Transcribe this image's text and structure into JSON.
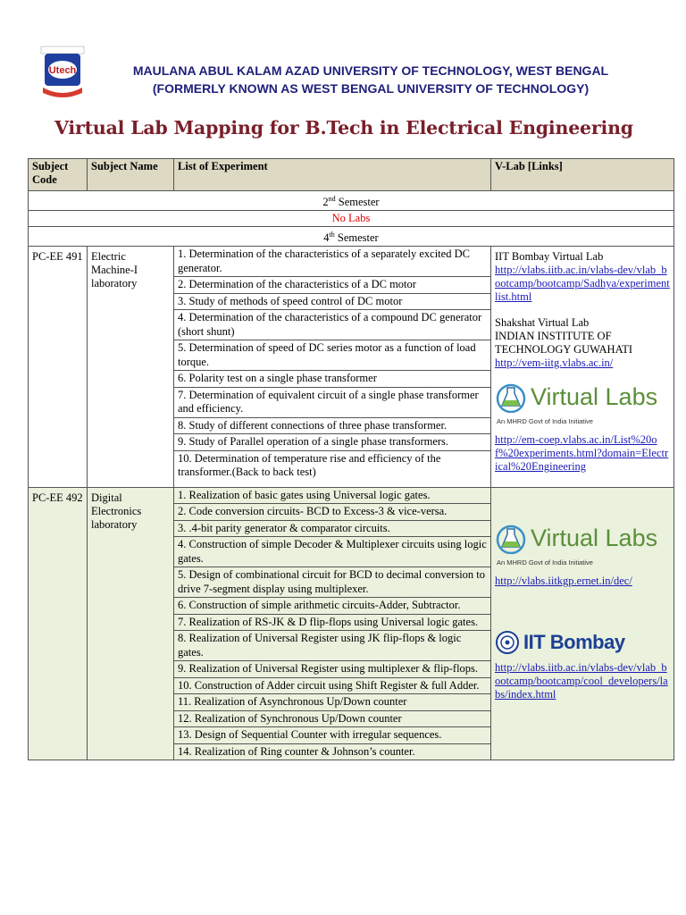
{
  "header": {
    "logo_text": "Utech",
    "university_line1": "MAULANA ABUL KALAM AZAD UNIVERSITY OF TECHNOLOGY, WEST BENGAL",
    "university_line2": "(FORMERLY KNOWN AS WEST BENGAL UNIVERSITY OF TECHNOLOGY)",
    "title": "Virtual Lab Mapping for B.Tech in Electrical Engineering"
  },
  "table": {
    "columns": [
      "Subject Code",
      "Subject Name",
      "List of Experiment",
      "V-Lab [Links]"
    ],
    "semester2": "2nd Semester",
    "semester2_note": "No Labs",
    "semester4": "4th Semester",
    "rows": [
      {
        "code": "PC-EE 491",
        "name": "Electric Machine-I laboratory",
        "experiments": [
          "1. Determination of the characteristics of a separately excited DC generator.",
          "2. Determination of the characteristics of a DC motor",
          "3. Study of methods of speed control of DC motor",
          "4. Determination of the characteristics of a compound DC generator (short shunt)",
          "5. Determination of speed of DC series motor as a function of load torque.",
          "6. Polarity test on a single phase transformer",
          "7. Determination of equivalent circuit of a single phase transformer and efficiency.",
          "8. Study of different connections of three phase transformer.",
          "9. Study of Parallel operation of a single phase transformers.",
          "10. Determination of temperature rise and efficiency of the transformer.(Back to back test)"
        ],
        "links": {
          "lab1_name": "IIT Bombay Virtual Lab",
          "lab1_url": "http://vlabs.iitb.ac.in/vlabs-dev/vlab_bootcamp/bootcamp/Sadhya/experimentlist.html",
          "lab2_name": "Shakshat Virtual Lab",
          "lab2_inst": "INDIAN INSTITUTE OF TECHNOLOGY GUWAHATI",
          "lab2_url": "http://vem-iitg.vlabs.ac.in/",
          "logo_word": "Virtual Labs",
          "logo_sub": "An MHRD Govt of India Initiative",
          "lab3_url": "http://em-coep.vlabs.ac.in/List%20of%20experiments.html?domain=Electrical%20Engineering"
        }
      },
      {
        "code": "PC-EE 492",
        "name": "Digital Electronics laboratory",
        "experiments": [
          "1. Realization of basic gates using Universal logic gates.",
          "2. Code conversion circuits- BCD to Excess-3 & vice-versa.",
          "3. .4-bit parity generator & comparator circuits.",
          "4. Construction of simple Decoder & Multiplexer circuits using logic gates.",
          "5. Design of combinational circuit for BCD to decimal conversion to drive 7-segment display using multiplexer.",
          "6. Construction of simple arithmetic circuits-Adder, Subtractor.",
          "7. Realization of RS-JK & D flip-flops using Universal logic gates.",
          "8. Realization of Universal Register using JK flip-flops & logic gates.",
          "9. Realization of Universal Register using multiplexer & flip-flops.",
          "10. Construction of Adder circuit using Shift Register & full Adder.",
          "11. Realization of Asynchronous Up/Down counter",
          "12. Realization of Synchronous Up/Down counter",
          "13. Design of Sequential Counter with irregular sequences.",
          "14. Realization of Ring counter & Johnson’s counter."
        ],
        "links": {
          "logo_word": "Virtual Labs",
          "logo_sub": "An MHRD Govt of India Initiative",
          "lab1_url": "http://vlabs.iitkgp.ernet.in/dec/",
          "iitb_word": "IIT Bombay",
          "lab2_url": "http://vlabs.iitb.ac.in/vlabs-dev/vlab_bootcamp/bootcamp/cool_developers/labs/index.html"
        }
      }
    ]
  },
  "colors": {
    "header_bg": "#ddd9c3",
    "row2_bg": "#eaf1dd",
    "title_color": "#7a1f2a",
    "university_color": "#1f1f7a",
    "link_color": "#1a1ab5",
    "no_labs_color": "#e00000"
  }
}
